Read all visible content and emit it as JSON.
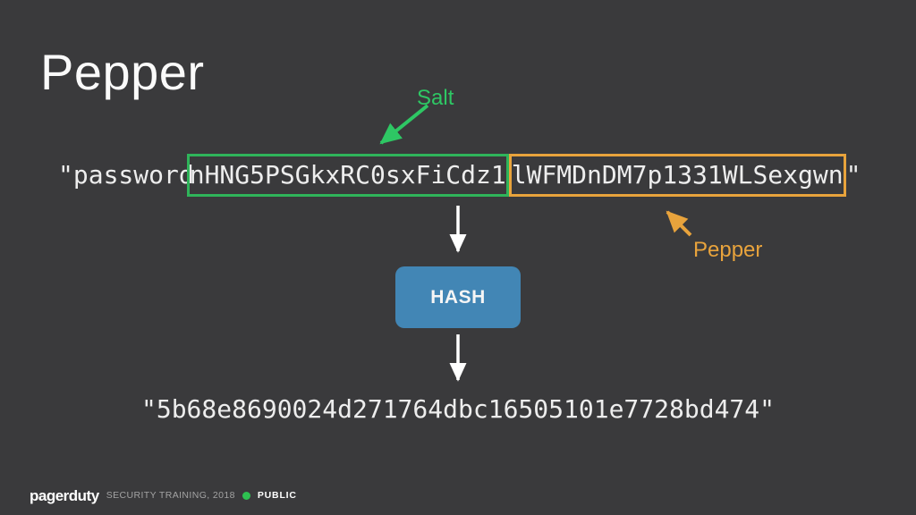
{
  "slide": {
    "title": "Pepper",
    "background_color": "#3a3a3c"
  },
  "diagram": {
    "input": {
      "prefix": "\"password",
      "salt": "nHNG5PSGkxRC0sxFiCdz1",
      "pepper": "lWFMDnDM7p1331WLSexgwn",
      "suffix": "\""
    },
    "salt_label": "Salt",
    "pepper_label": "Pepper",
    "hash_box_label": "HASH",
    "output": "\"5b68e8690024d271764dbc16505101e7728bd474\"",
    "colors": {
      "salt_green": "#2fb45a",
      "pepper_orange": "#e8a33c",
      "hash_box_blue": "#4286b5",
      "flow_arrow_white": "#ffffff"
    }
  },
  "footer": {
    "logo": "pagerduty",
    "text": "SECURITY TRAINING, 2018",
    "badge": "PUBLIC",
    "dot_color": "#2ec151"
  }
}
